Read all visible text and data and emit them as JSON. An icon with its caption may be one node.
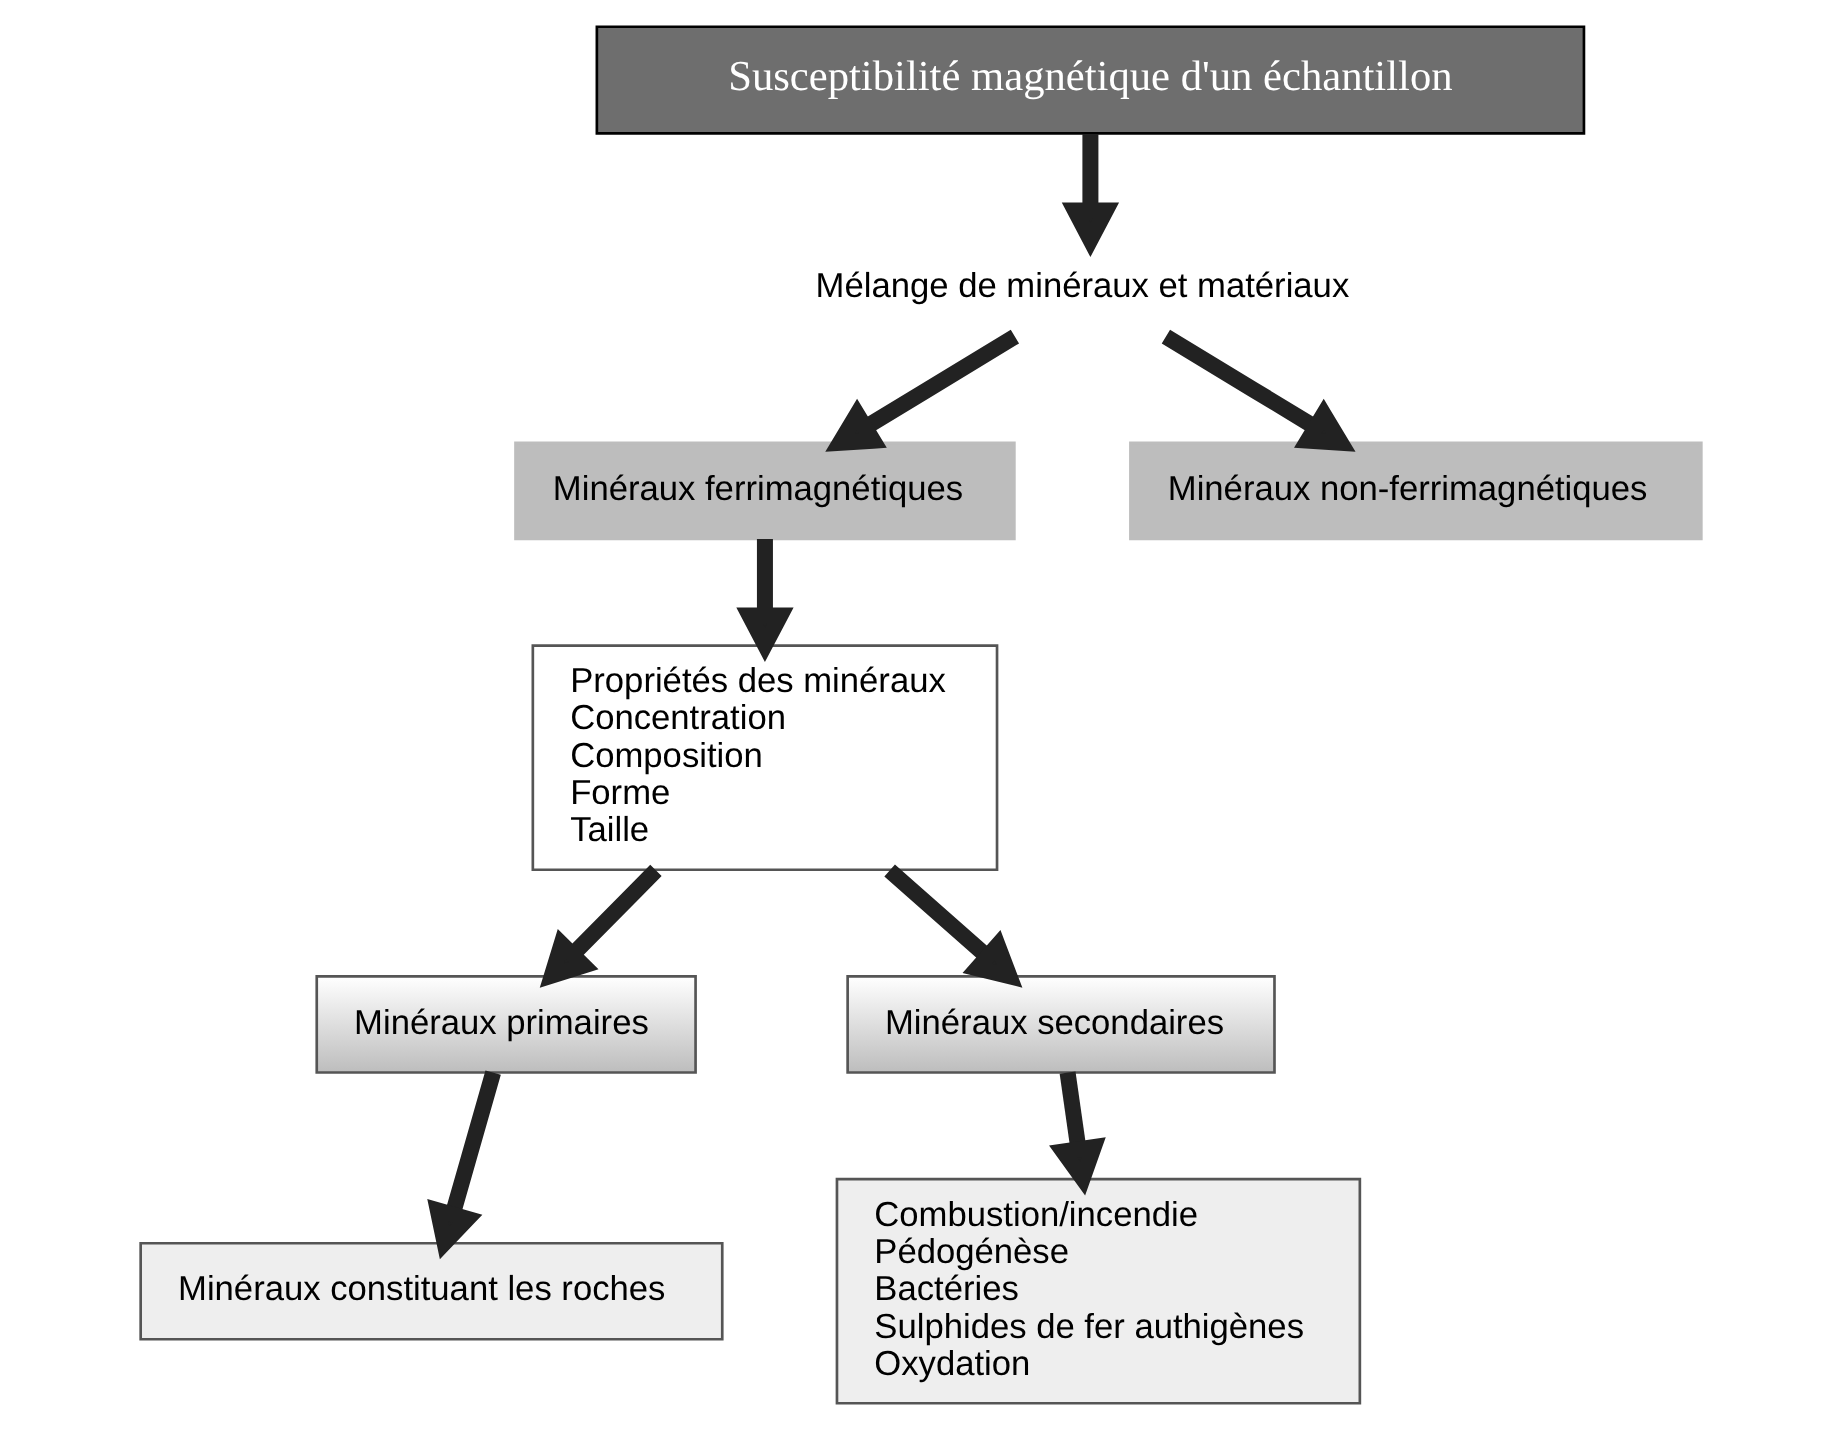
{
  "diagram": {
    "nodes": [
      {
        "text": [
          "Susceptibilité magnétique d'un échantillon"
        ]
      },
      {
        "text": [
          "Mélange de minéraux et matériaux"
        ]
      },
      {
        "text": [
          "Minéraux ferrimagnétiques"
        ]
      },
      {
        "text": [
          "Minéraux non-ferrimagnétiques"
        ]
      },
      {
        "text": [
          "Propriétés des minéraux",
          "Concentration",
          "Composition",
          "Forme",
          "Taille"
        ]
      },
      {
        "text": [
          "Minéraux primaires"
        ]
      },
      {
        "text": [
          "Minéraux secondaires"
        ]
      },
      {
        "text": [
          "Minéraux constituant les roches"
        ]
      },
      {
        "text": [
          "Combustion/incendie",
          "Pédogénèse",
          "Bactéries",
          "Sulphides de fer authigènes",
          "Oxydation"
        ]
      }
    ],
    "edges": [
      {
        "from": 0,
        "to": 1,
        "arrow": "to"
      },
      {
        "from": 1,
        "to": 2,
        "arrow": "to"
      },
      {
        "from": 1,
        "to": 3,
        "arrow": "to"
      },
      {
        "from": 2,
        "to": 4,
        "arrow": "to"
      },
      {
        "from": 4,
        "to": 5,
        "arrow": "to"
      },
      {
        "from": 4,
        "to": 6,
        "arrow": "to"
      },
      {
        "from": 5,
        "to": 7,
        "arrow": "to"
      },
      {
        "from": 6,
        "to": 8,
        "arrow": "to"
      }
    ]
  }
}
